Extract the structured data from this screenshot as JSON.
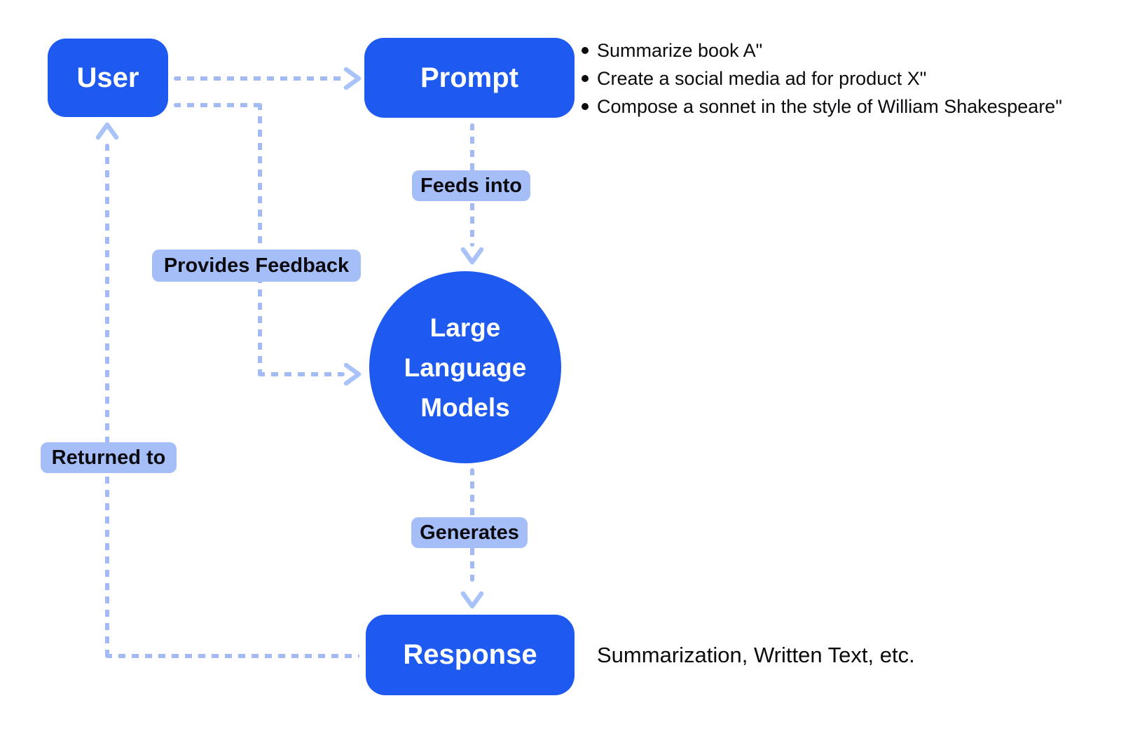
{
  "colors": {
    "primary_blue": "#1F5AF0",
    "dash_blue": "#A3BAF5",
    "label_bg_blue": "#A6BEF8",
    "arrowhead_blue": "#A9C2F8",
    "text_dark": "#0B0B10",
    "node_text": "#FFFFFF"
  },
  "nodes": {
    "user": {
      "label": "User"
    },
    "prompt": {
      "label": "Prompt"
    },
    "llm": {
      "lines": [
        "Large",
        "Language",
        "Models"
      ]
    },
    "response": {
      "label": "Response"
    }
  },
  "edge_labels": {
    "feeds_into": "Feeds into",
    "provides_feedback": "Provides Feedback",
    "returned_to": "Returned to",
    "generates": "Generates"
  },
  "prompt_examples": {
    "items": [
      "Summarize book A\"",
      "Create a social media ad for product X\"",
      "Compose a sonnet in the style of William Shakespeare\""
    ]
  },
  "response_examples": {
    "text": "Summarization, Written Text, etc."
  }
}
